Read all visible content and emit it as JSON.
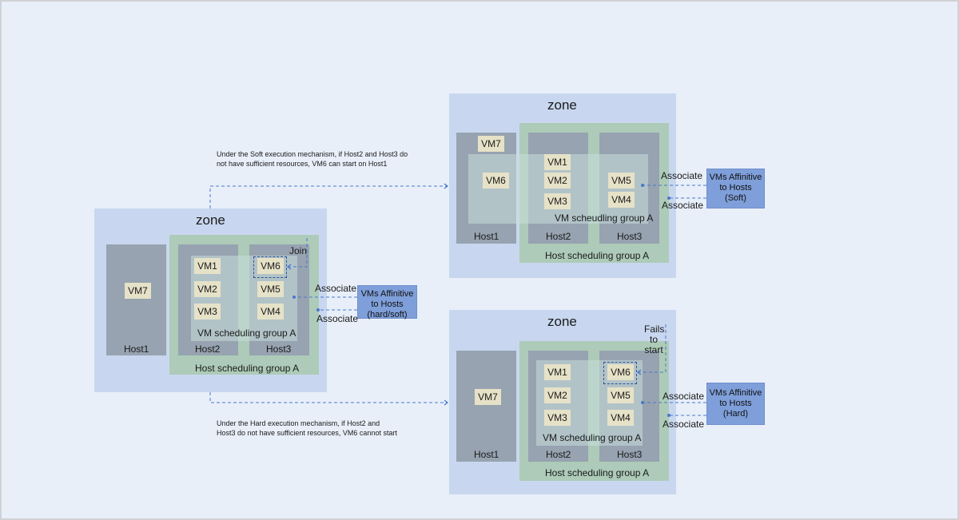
{
  "diagrams": {
    "source": {
      "zone_label": "zone",
      "host_group_label": "Host scheduling group A",
      "vm_group_label": "VM scheduling group A",
      "hosts": [
        "Host1",
        "Host2",
        "Host3"
      ],
      "vms": {
        "host1": [
          "VM7"
        ],
        "host2": [
          "VM1",
          "VM2",
          "VM3"
        ],
        "host3": [
          "VM6",
          "VM5",
          "VM4"
        ]
      },
      "join_label": "Join",
      "associate_labels": [
        "Associate",
        "Associate"
      ],
      "affinity_rule": "VMs Affinitive to Hosts (hard/soft)"
    },
    "soft": {
      "zone_label": "zone",
      "host_group_label": "Host scheduling group A",
      "vm_group_label": "VM scheudling group A",
      "hosts": [
        "Host1",
        "Host2",
        "Host3"
      ],
      "vms": {
        "host1": [
          "VM7",
          "VM6"
        ],
        "host2": [
          "VM1",
          "VM2",
          "VM3"
        ],
        "host3": [
          "VM5",
          "VM4"
        ]
      },
      "associate_labels": [
        "Associate",
        "Associate"
      ],
      "affinity_rule": "VMs Affinitive to Hosts (Soft)"
    },
    "hard": {
      "zone_label": "zone",
      "host_group_label": "Host scheduling group A",
      "vm_group_label": "VM scheduling group A",
      "hosts": [
        "Host1",
        "Host2",
        "Host3"
      ],
      "vms": {
        "host1": [
          "VM7"
        ],
        "host2": [
          "VM1",
          "VM2",
          "VM3"
        ],
        "host3": [
          "VM6",
          "VM5",
          "VM4"
        ]
      },
      "fail_label_lines": [
        "Fails",
        "to",
        "start"
      ],
      "associate_labels": [
        "Associate",
        "Associate"
      ],
      "affinity_rule": "VMs Affinitive to Hosts (Hard)"
    }
  },
  "notes": {
    "soft": [
      "Under the Soft execution mechanism, if Host2 and Host3 do",
      "not have sufficient resources, VM6 can start on Host1"
    ],
    "hard": [
      "Under the Hard execution mechanism, if Host2 and",
      "Host3 do not have sufficient resources, VM6 cannot start"
    ]
  },
  "affinity_lines": {
    "source": [
      "VMs Affinitive",
      "to Hosts",
      "(hard/soft)"
    ],
    "soft": [
      "VMs Affinitive",
      "to Hosts",
      "(Soft)"
    ],
    "hard": [
      "VMs Affinitive",
      "to Hosts",
      "(Hard)"
    ]
  },
  "colors": {
    "background": "#e8eff9",
    "zone": "#c8d7ef",
    "host_group": "#adcbb8",
    "host": "#97a3b0",
    "vm": "#e6e2c8",
    "affinity_box": "#7f9fda",
    "connector": "#4a78c8"
  }
}
